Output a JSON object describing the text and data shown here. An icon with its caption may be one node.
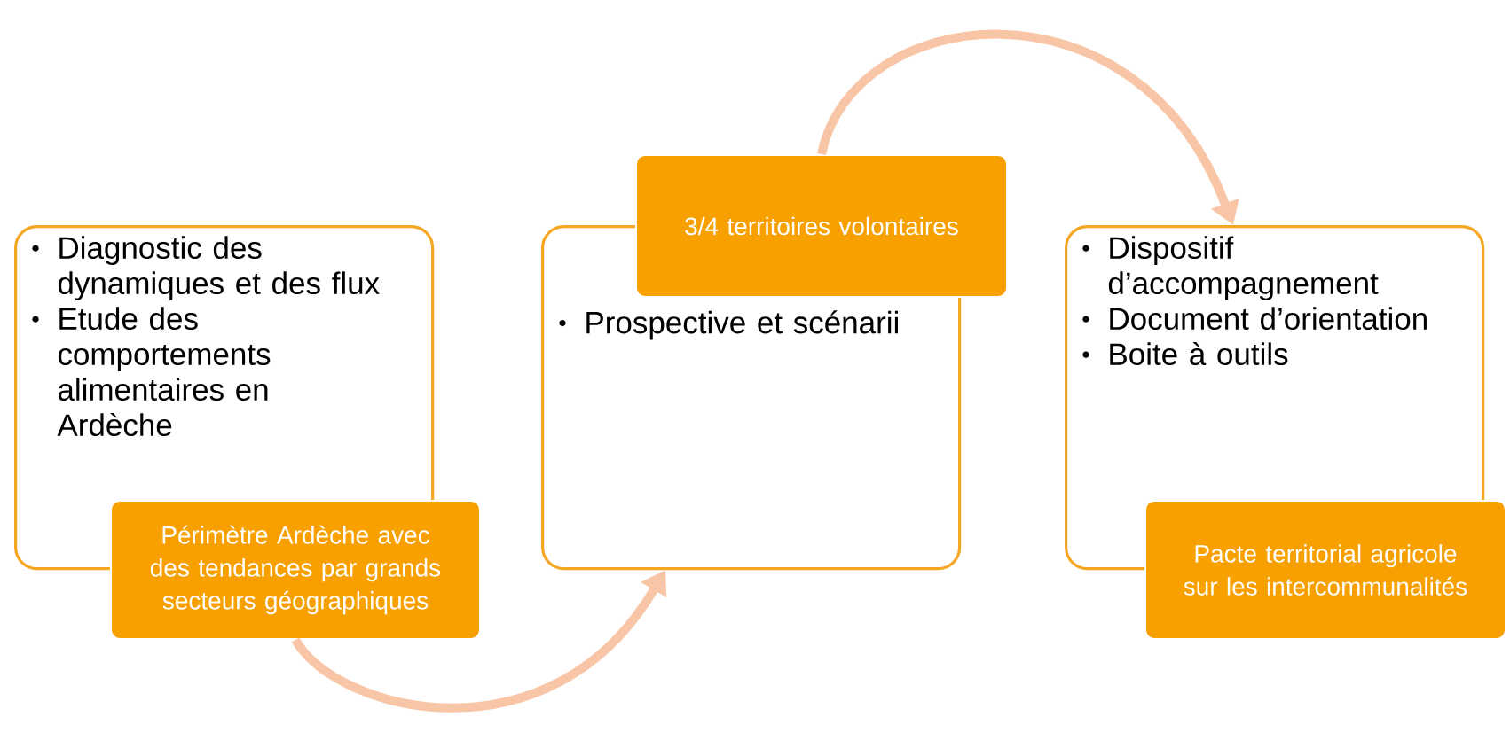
{
  "diagram": {
    "nodes": [
      {
        "text": [
          "Diagnostic des dynamiques et des flux",
          "Etude des comportements alimentaires en Ardèche"
        ]
      },
      {
        "text": [
          "Périmètre Ardèche avec des tendances par grands secteurs géographiques"
        ]
      },
      {
        "text": [
          "3/4 territoires volontaires"
        ]
      },
      {
        "text": [
          "Prospective et scénarii"
        ]
      },
      {
        "text": [
          "Dispositif d’accompagnement",
          "Document d’orientation",
          "Boite à outils"
        ]
      },
      {
        "text": [
          "Pacte territorial agricole sur les intercommunalités"
        ]
      }
    ],
    "edges": [
      {
        "from": 1,
        "to": 3,
        "arrow": "to"
      },
      {
        "from": 2,
        "to": 4,
        "arrow": "to"
      }
    ]
  }
}
